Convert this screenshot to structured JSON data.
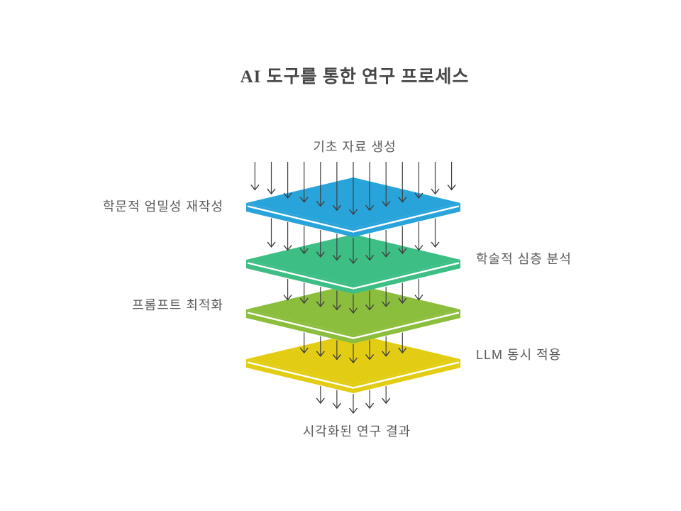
{
  "title": "AI 도구를 통한 연구 프로세스",
  "diagram": {
    "input_label": "기초 자료 생성",
    "output_label": "시각화된 연구 결과",
    "layers": [
      {
        "label": "학문적 엄밀성 재작성",
        "side": "left",
        "color": "#29A4DB"
      },
      {
        "label": "학술적 심층 분석",
        "side": "right",
        "color": "#3DBE84"
      },
      {
        "label": "프롬프트 최적화",
        "side": "left",
        "color": "#8CBE3D"
      },
      {
        "label": "LLM 동시 적용",
        "side": "right",
        "color": "#E3CD14"
      }
    ],
    "highlight_color": "#ffffff",
    "arrow_color": "#3f3f3f",
    "arrow_counts": [
      13,
      11,
      9,
      7,
      5
    ]
  }
}
